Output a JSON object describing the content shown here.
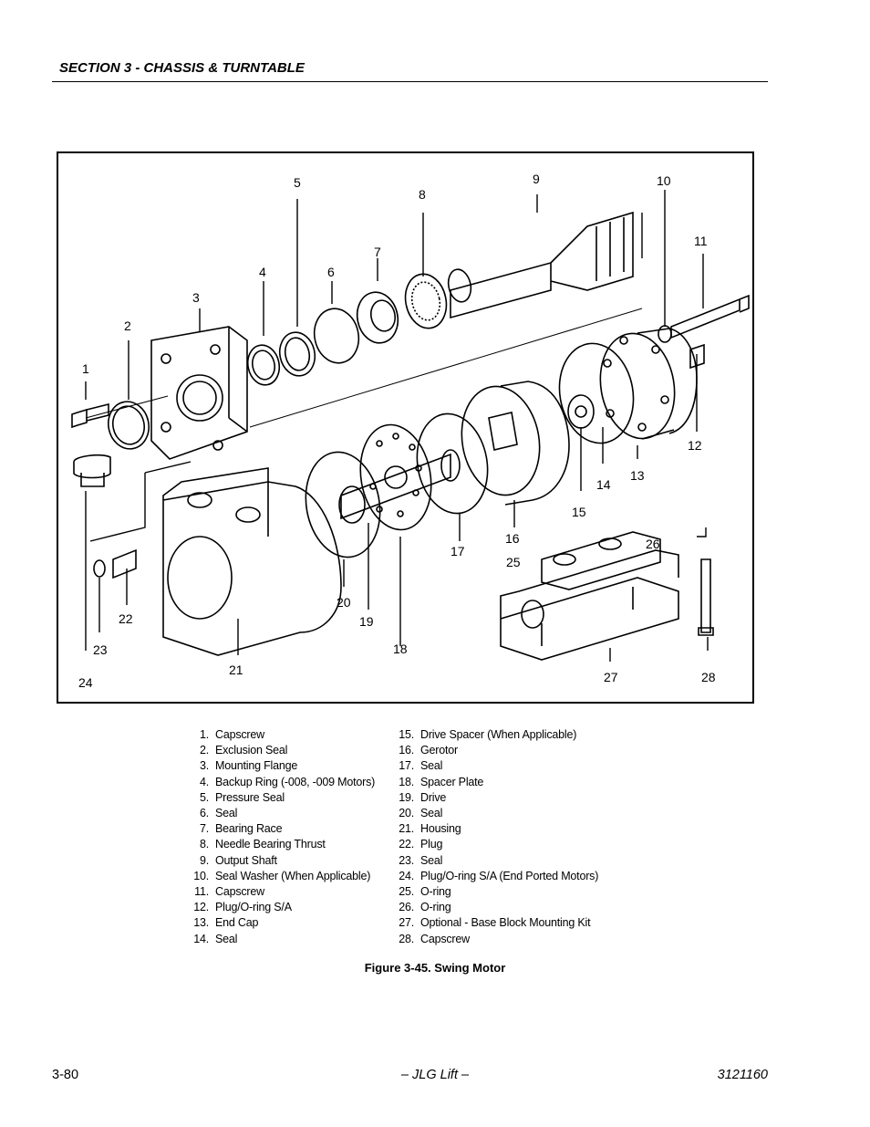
{
  "header": {
    "section": "SECTION 3 - CHASSIS & TURNTABLE"
  },
  "figure": {
    "callouts": [
      "1",
      "2",
      "3",
      "4",
      "5",
      "6",
      "7",
      "8",
      "9",
      "10",
      "11",
      "12",
      "13",
      "14",
      "15",
      "16",
      "17",
      "18",
      "19",
      "20",
      "21",
      "22",
      "23",
      "24",
      "25",
      "26",
      "27",
      "28"
    ]
  },
  "legend": {
    "left": [
      {
        "num": "1.",
        "text": "Capscrew"
      },
      {
        "num": "2.",
        "text": "Exclusion Seal"
      },
      {
        "num": "3.",
        "text": "Mounting Flange"
      },
      {
        "num": "4.",
        "text": "Backup Ring (-008, -009 Motors)"
      },
      {
        "num": "5.",
        "text": "Pressure Seal"
      },
      {
        "num": "6.",
        "text": "Seal"
      },
      {
        "num": "7.",
        "text": "Bearing Race"
      },
      {
        "num": "8.",
        "text": "Needle Bearing Thrust"
      },
      {
        "num": "9.",
        "text": "Output Shaft"
      },
      {
        "num": "10.",
        "text": "Seal Washer (When Applicable)"
      },
      {
        "num": "11.",
        "text": "Capscrew"
      },
      {
        "num": "12.",
        "text": "Plug/O-ring S/A"
      },
      {
        "num": "13.",
        "text": "End Cap"
      },
      {
        "num": "14.",
        "text": "Seal"
      }
    ],
    "right": [
      {
        "num": "15.",
        "text": "Drive Spacer (When Applicable)"
      },
      {
        "num": "16.",
        "text": "Gerotor"
      },
      {
        "num": "17.",
        "text": "Seal"
      },
      {
        "num": "18.",
        "text": "Spacer Plate"
      },
      {
        "num": "19.",
        "text": "Drive"
      },
      {
        "num": "20.",
        "text": "Seal"
      },
      {
        "num": "21.",
        "text": "Housing"
      },
      {
        "num": "22.",
        "text": "Plug"
      },
      {
        "num": "23.",
        "text": "Seal"
      },
      {
        "num": "24.",
        "text": "Plug/O-ring S/A (End Ported Motors)"
      },
      {
        "num": "25.",
        "text": "O-ring"
      },
      {
        "num": "26.",
        "text": "O-ring"
      },
      {
        "num": "27.",
        "text": "Optional - Base Block Mounting Kit"
      },
      {
        "num": "28.",
        "text": "Capscrew"
      }
    ]
  },
  "caption": "Figure 3-45.  Swing Motor",
  "footer": {
    "page": "3-80",
    "center": "– JLG Lift –",
    "doc": "3121160"
  }
}
